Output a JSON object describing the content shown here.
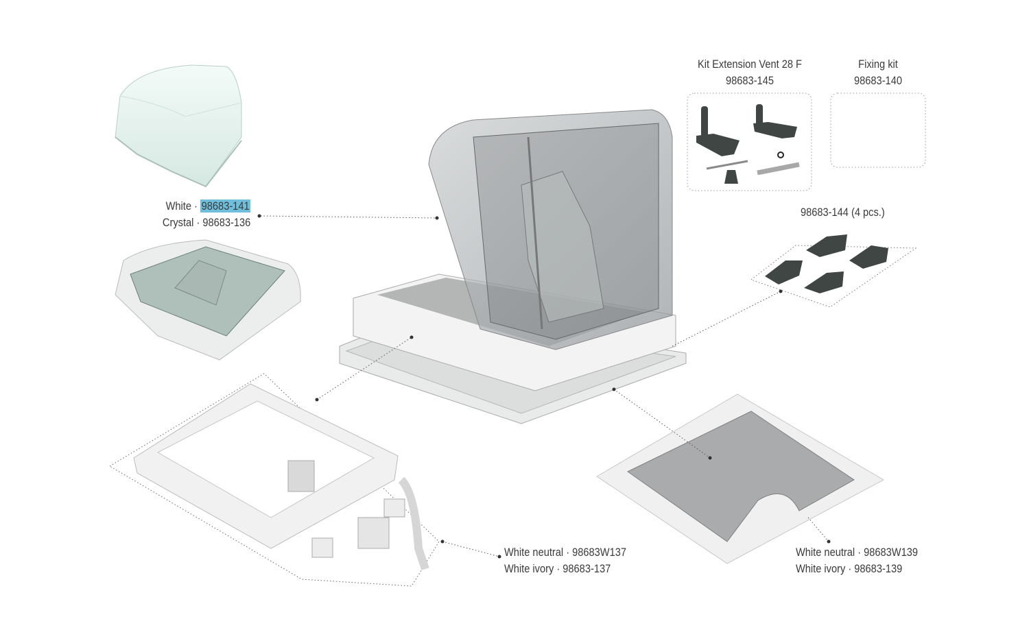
{
  "labels": {
    "dome": {
      "white_prefix": "White · ",
      "white_code": "98683-141",
      "crystal": "Crystal · 98683-136"
    },
    "extension_kit": {
      "title": "Kit Extension Vent 28 F",
      "code": "98683-145"
    },
    "fixing_kit": {
      "title": "Fixing kit",
      "code": "98683-140"
    },
    "brackets": {
      "code": "98683-144  (4 pcs.)"
    },
    "frame": {
      "line1": "White neutral · 98683W137",
      "line2": "White ivory · 98683-137"
    },
    "inner_plate": {
      "line1": "White neutral · 98683W139",
      "line2": "White ivory · 98683-139"
    }
  },
  "colors": {
    "highlight": "#6fbfdc",
    "dark_part": "#3f4643",
    "line": "#555555"
  }
}
